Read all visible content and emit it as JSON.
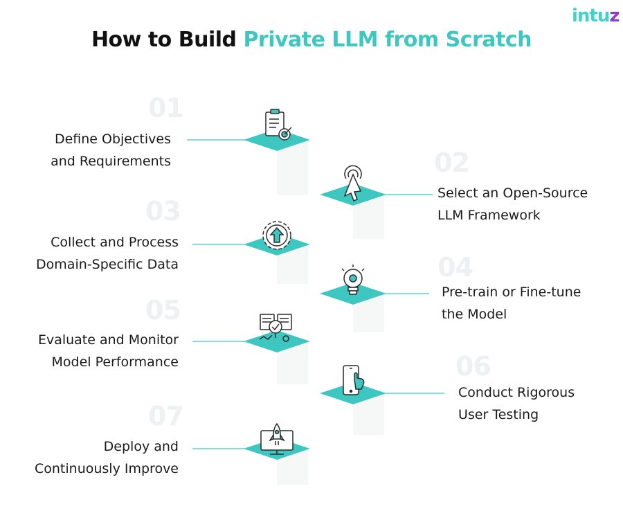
{
  "logo": {
    "main": "intu",
    "accent": "z"
  },
  "title": {
    "prefix": "How to Build ",
    "highlight": "Private LLM from Scratch"
  },
  "colors": {
    "accent": "#3ec7c0",
    "logo_accent": "#8a3fc4",
    "number": "#eef0f2"
  },
  "steps": [
    {
      "number": "01",
      "lines": [
        "Define Objectives",
        "and Requirements"
      ],
      "icon": "clipboard-target-icon"
    },
    {
      "number": "02",
      "lines": [
        "Select an Open-Source",
        "LLM Framework"
      ],
      "icon": "cursor-click-icon"
    },
    {
      "number": "03",
      "lines": [
        "Collect and Process",
        "Domain-Specific Data"
      ],
      "icon": "gear-upload-icon"
    },
    {
      "number": "04",
      "lines": [
        "Pre-train or Fine-tune",
        "the Model"
      ],
      "icon": "lightbulb-gear-icon"
    },
    {
      "number": "05",
      "lines": [
        "Evaluate and Monitor",
        "Model Performance"
      ],
      "icon": "dashboard-check-icon"
    },
    {
      "number": "06",
      "lines": [
        "Conduct Rigorous",
        "User Testing"
      ],
      "icon": "phone-tap-icon"
    },
    {
      "number": "07",
      "lines": [
        "Deploy and",
        "Continuously Improve"
      ],
      "icon": "monitor-rocket-icon"
    }
  ]
}
